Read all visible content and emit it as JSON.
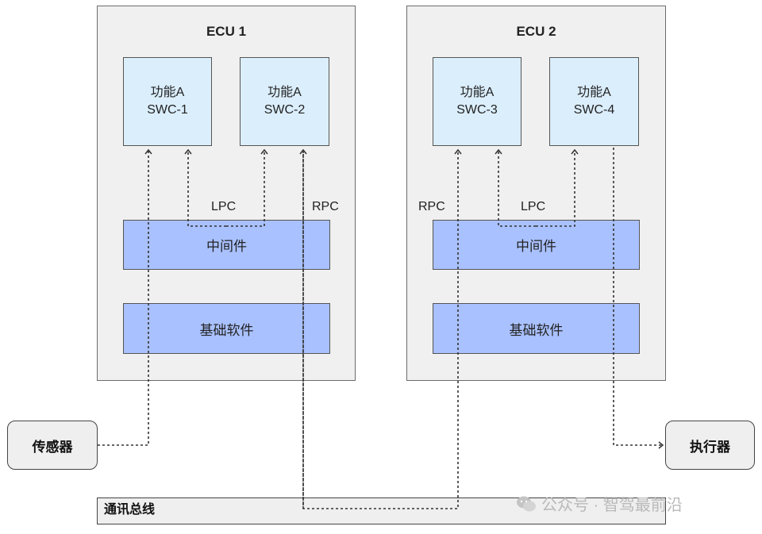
{
  "ecus": [
    {
      "title": "ECU 1",
      "swcs": [
        {
          "line1": "功能A",
          "line2": "SWC-1"
        },
        {
          "line1": "功能A",
          "line2": "SWC-2"
        }
      ],
      "middleware": "中间件",
      "base_software": "基础软件",
      "lpc_label": "LPC",
      "rpc_label": "RPC"
    },
    {
      "title": "ECU 2",
      "swcs": [
        {
          "line1": "功能A",
          "line2": "SWC-3"
        },
        {
          "line1": "功能A",
          "line2": "SWC-4"
        }
      ],
      "middleware": "中间件",
      "base_software": "基础软件",
      "lpc_label": "LPC",
      "rpc_label": "RPC"
    }
  ],
  "sensor": "传感器",
  "actuator": "执行器",
  "bus": "通讯总线",
  "watermark": "公众号 · 智驾最前沿",
  "colors": {
    "ecu_bg": "#f0f0f0",
    "swc_bg": "#dbeefc",
    "layer_bg": "#a9c1ff",
    "line": "#333333"
  }
}
